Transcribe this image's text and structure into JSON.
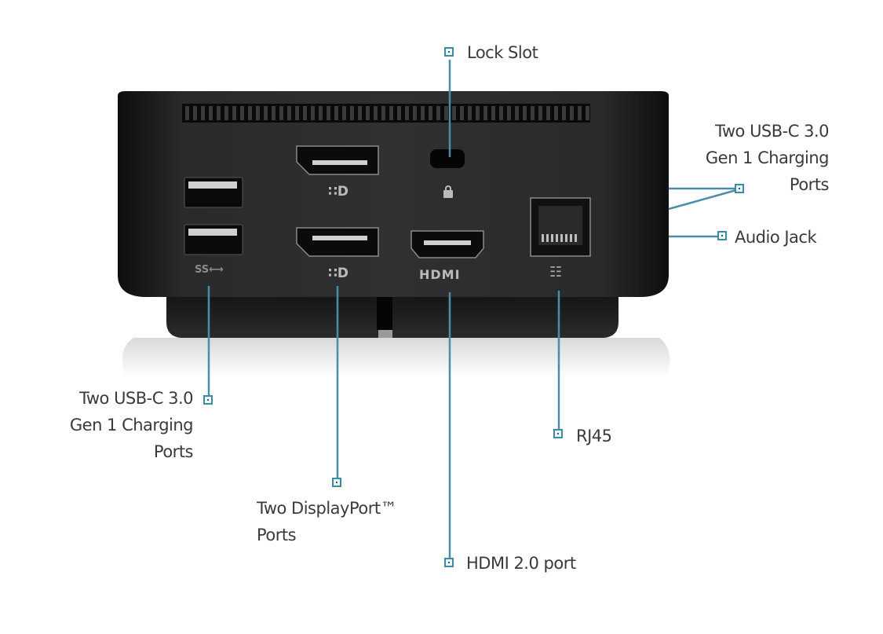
{
  "title": "Docking station rear port diagram",
  "colors": {
    "callout_line": "#4a8fa8",
    "label_text": "#3a3a3a",
    "device_body": "#1c1c1d",
    "device_base": "#262627"
  },
  "callouts": {
    "lock_slot": "Lock Slot",
    "usb_c_right": [
      "Two USB-C 3.0",
      "Gen 1 Charging",
      "Ports"
    ],
    "audio_jack": "Audio Jack",
    "usb_left": [
      "Two USB-C 3.0",
      "Gen 1 Charging",
      "Ports"
    ],
    "rj45": "RJ45",
    "displayport": [
      "Two DisplayPort™",
      "Ports"
    ],
    "hdmi": "HDMI 2.0 port"
  },
  "port_icons": {
    "usb": "SS⟷",
    "displayport_top": "∷D",
    "displayport_bottom": "∷D",
    "lock": "lock-icon",
    "hdmi": "HDMI",
    "ethernet": "☷"
  }
}
